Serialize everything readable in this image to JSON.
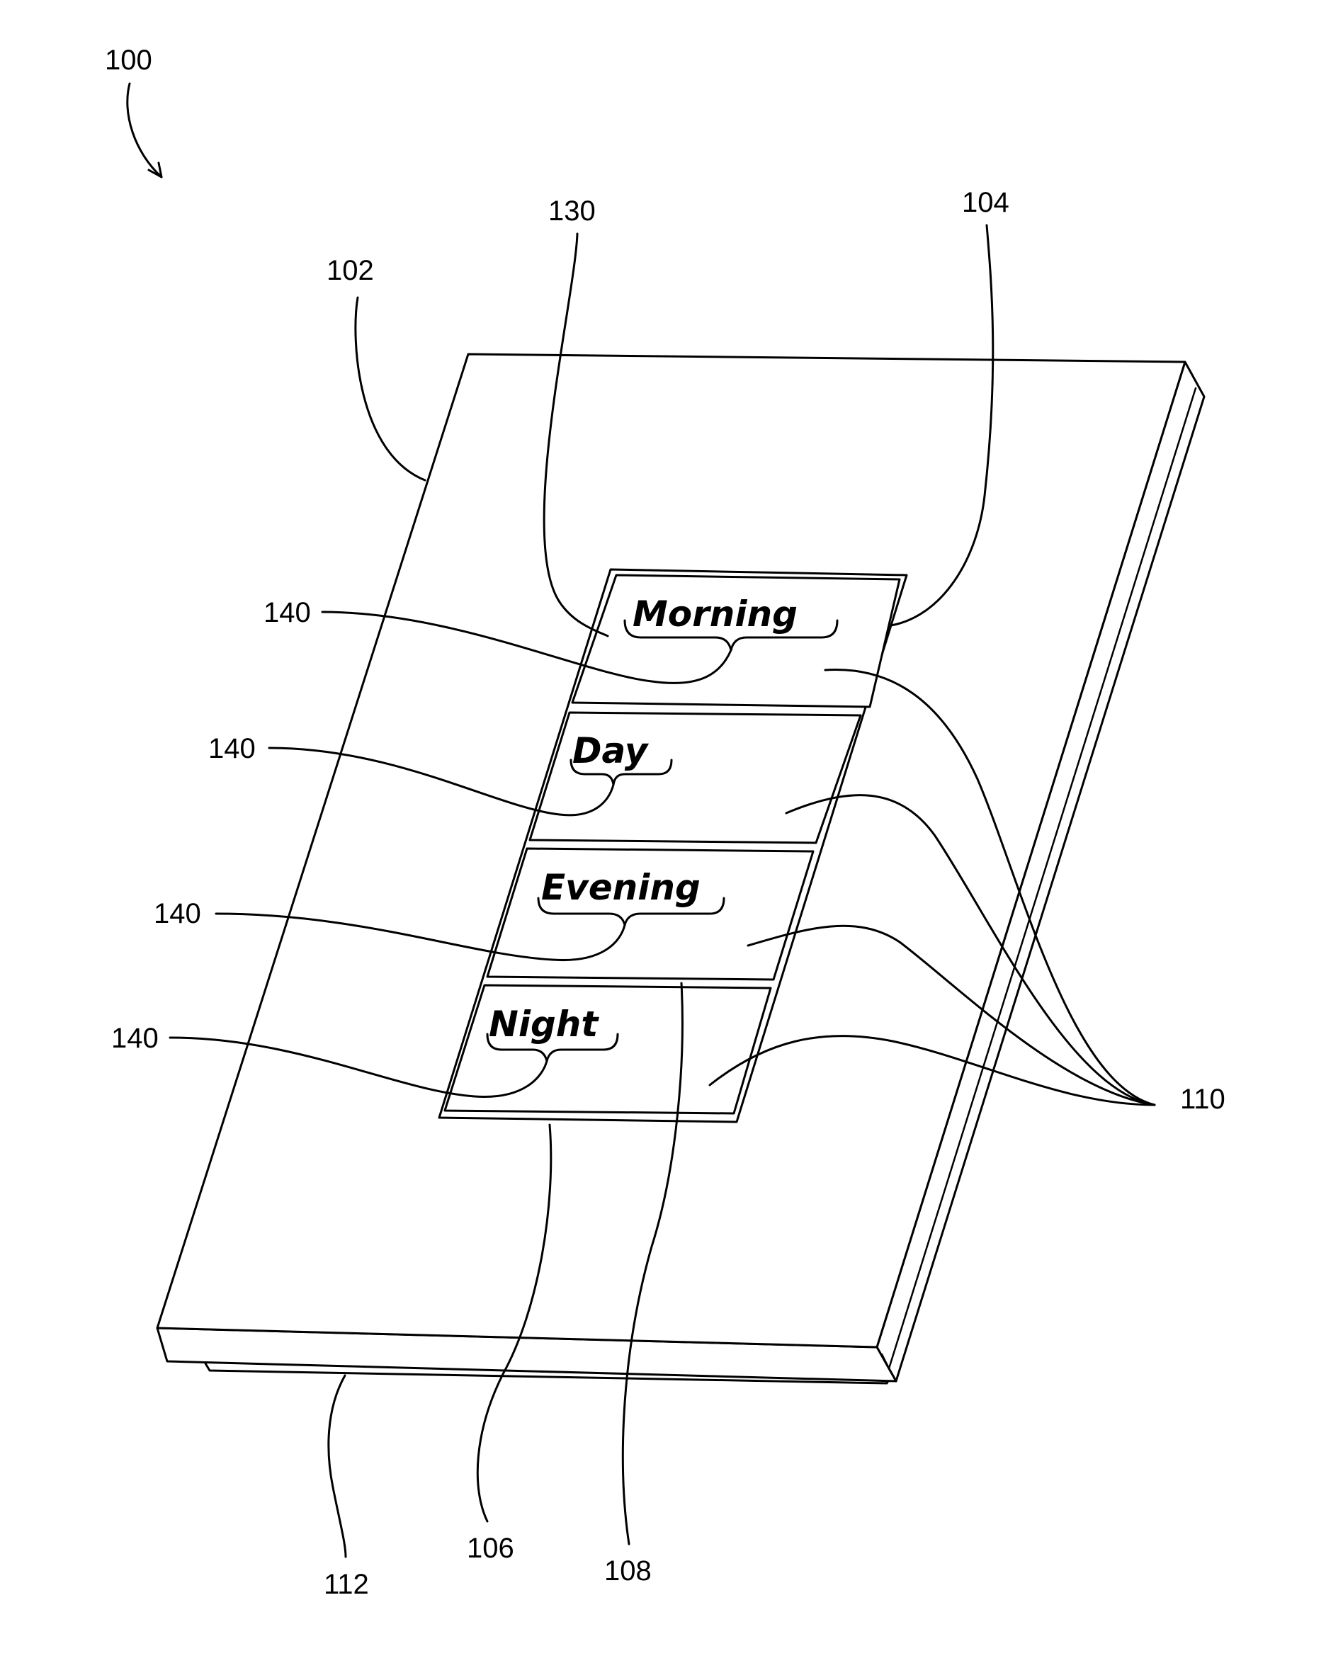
{
  "reference_numerals": {
    "device": "100",
    "faceplate": "102",
    "button_assembly": "104",
    "button_frame": "106",
    "button_gap": "108",
    "buttons": "110",
    "backplate": "112",
    "button_surface": "130",
    "indicia": "140"
  },
  "buttons": [
    {
      "label": "Morning"
    },
    {
      "label": "Day"
    },
    {
      "label": "Evening"
    },
    {
      "label": "Night"
    }
  ]
}
